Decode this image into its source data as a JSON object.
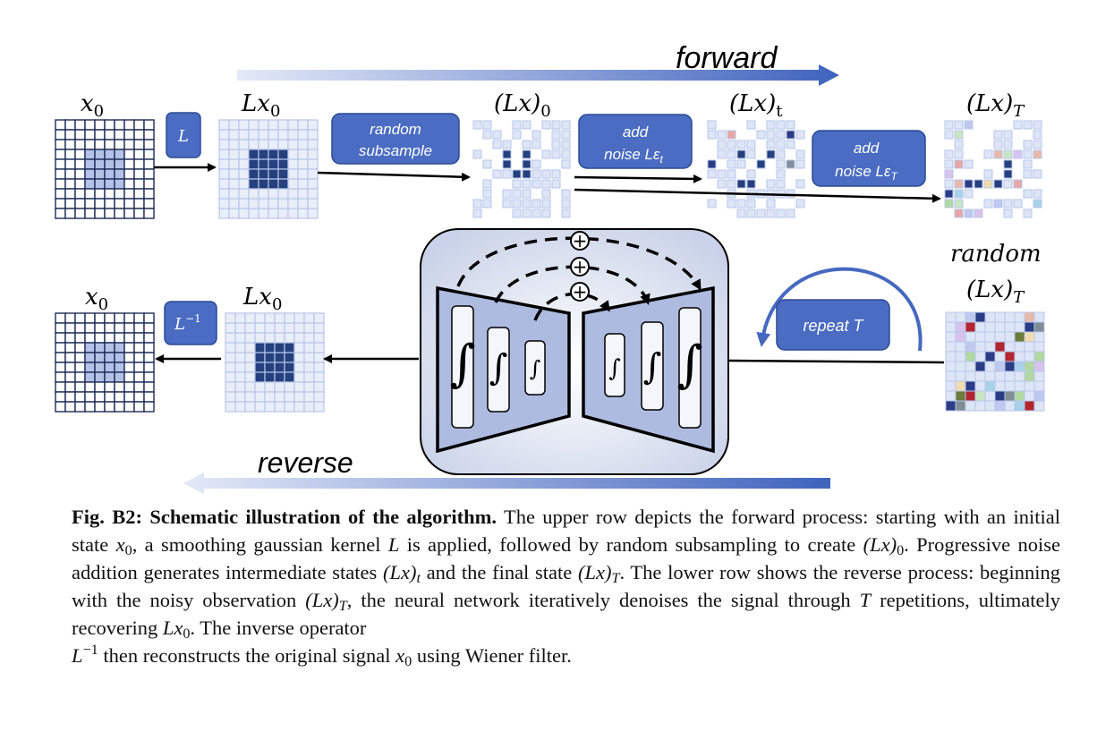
{
  "colors": {
    "grid_dark": "#1f2e57",
    "grid_light": "#b7c6ea",
    "cell_dark": "#24407e",
    "cell_light": "#dde5f7",
    "box_fill": "#4a6cc2",
    "unet_fill": "#b9c5e3",
    "unet_bg": "#e2e7f2",
    "arrow_blue": "#4668c0"
  },
  "labels": {
    "forward": "forward",
    "reverse": "reverse",
    "x0_top": {
      "base": "x",
      "sub": "0"
    },
    "lx0_top": {
      "base": "Lx",
      "sub": "0"
    },
    "lx_0": {
      "base": "(Lx)",
      "sub": "0"
    },
    "lx_t": {
      "base": "(Lx)",
      "sub": "t"
    },
    "lx_T": {
      "base": "(Lx)",
      "sub": "T"
    },
    "random": "random",
    "random_lx_T": {
      "base": "(Lx)",
      "sub": "T"
    },
    "x0_bottom": {
      "base": "x",
      "sub": "0"
    },
    "lx0_bottom": {
      "base": "Lx",
      "sub": "0"
    }
  },
  "boxes": {
    "L": "L",
    "random_subsample_1": "random",
    "random_subsample_2": "subsample",
    "add_noise_t_1": "add",
    "add_noise_t_2": "noise Lε",
    "add_noise_t_sub": "t",
    "add_noise_T_1": "add",
    "add_noise_T_2": "noise Lε",
    "add_noise_T_sub": "T",
    "L_inverse": "L",
    "L_inverse_sup": "−1",
    "repeat": "repeat T"
  },
  "network": {
    "integral": "∫",
    "plus": "+"
  },
  "caption": {
    "figure_label": "Fig. B2",
    "title": "Schematic illustration of the algorithm.",
    "s1": "The upper row depicts the forward process: starting with an initial state",
    "s1_var": "x",
    "s1_var_sub": "0",
    "s2": ", a smoothing gaussian kernel",
    "s2_var": "L",
    "s3": "is applied, followed by random subsampling to create",
    "s3_var": "(Lx)",
    "s3_var_sub": "0",
    "s4": ". Progressive noise addition generates intermediate states",
    "s4_var": "(Lx)",
    "s4_var_sub": "t",
    "s5": "and the final state",
    "s5_var": "(Lx)",
    "s5_var_sub": "T",
    "s6": ". The lower row shows the reverse process: beginning with the noisy observation",
    "s6_var": "(Lx)",
    "s6_var_sub": "T",
    "s7": ", the neural network iteratively denoises the signal through",
    "s7_var": "T",
    "s8": "repetitions, ultimately recovering",
    "s8_var": "Lx",
    "s8_var_sub": "0",
    "s9": ". The inverse operator",
    "s9_var": "L",
    "s9_var_sup": "−1",
    "s10": "then reconstructs the original signal",
    "s10_var": "x",
    "s10_var_sub": "0",
    "s11": "using Wiener filter."
  }
}
